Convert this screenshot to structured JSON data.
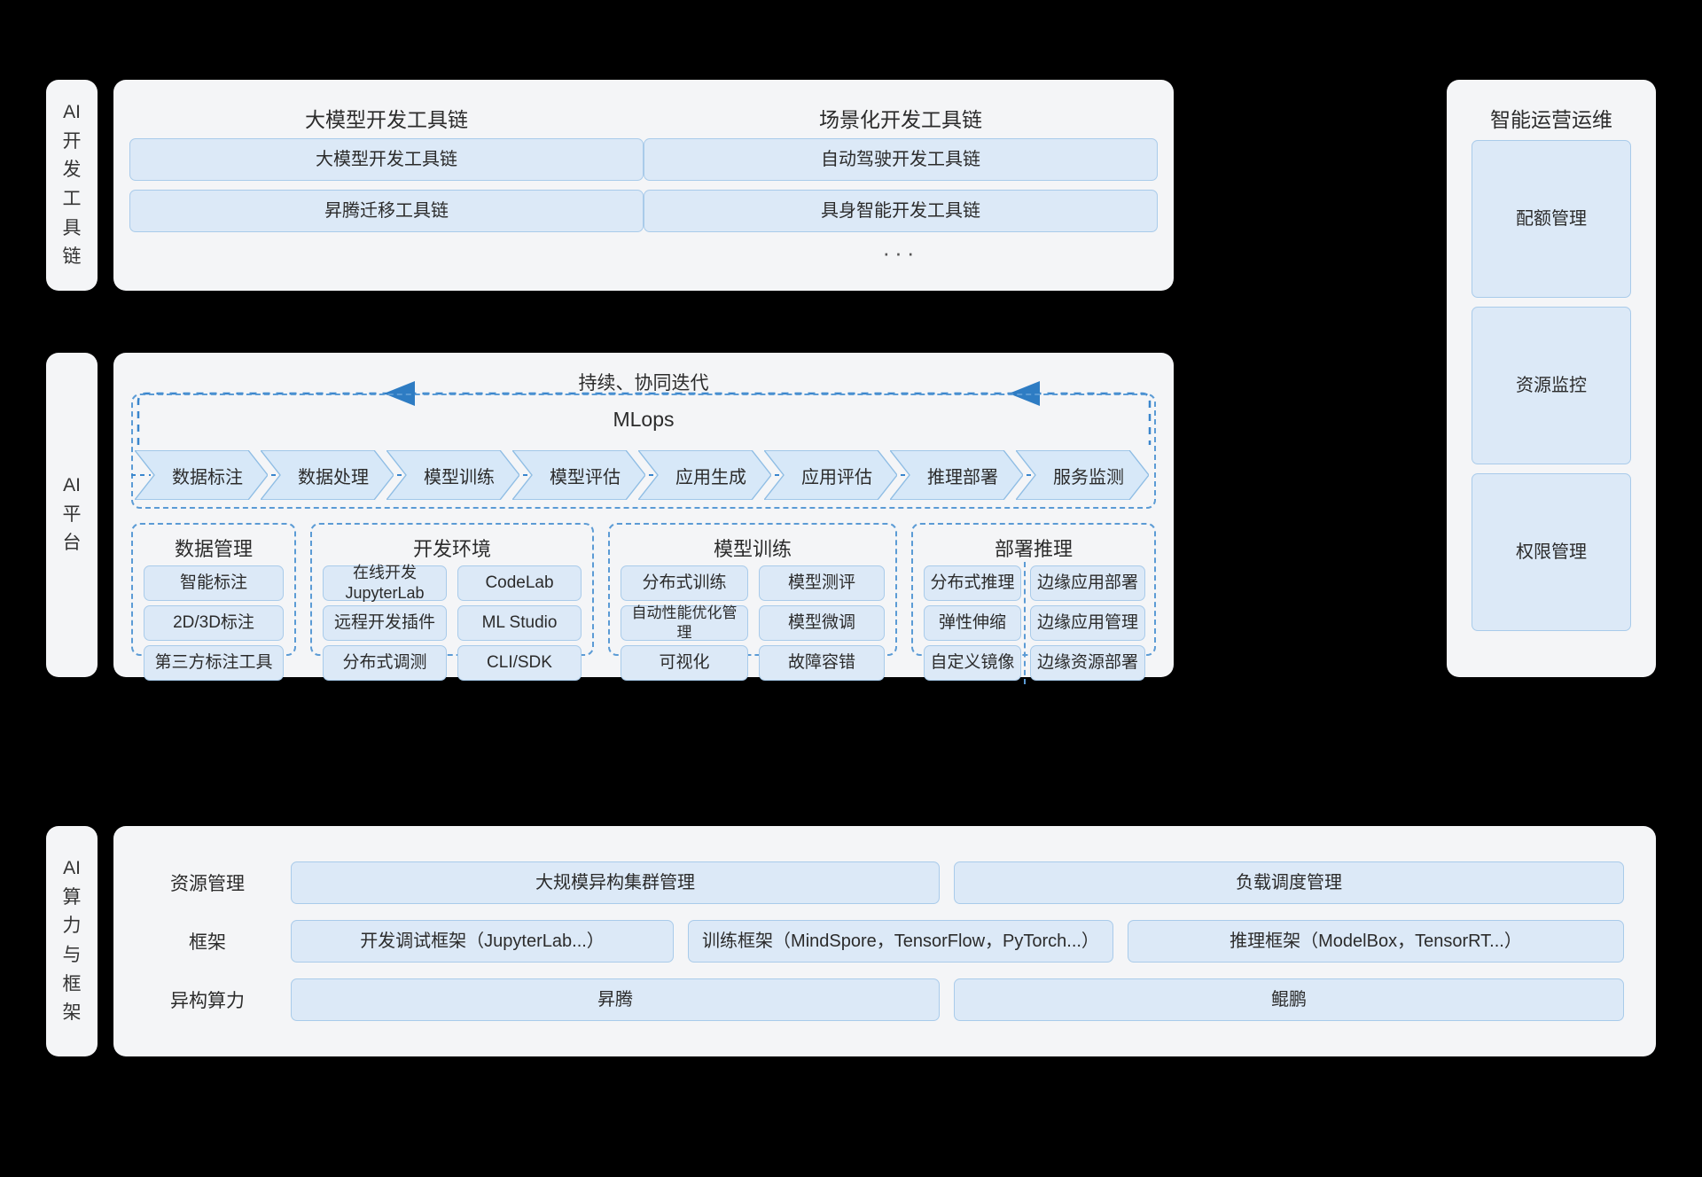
{
  "meta": {
    "bg_color": "#000000",
    "panel_color": "#f4f5f7",
    "chip_fill": "#dce9f7",
    "chip_border": "#a9cbea",
    "accent_blue": "#2e7cc3",
    "dash_blue": "#5b9bd5"
  },
  "layers": {
    "toolchain": {
      "label": "AI 开发工具链"
    },
    "platform": {
      "label": "AI 平台"
    },
    "compute": {
      "label": "AI 算力与框架"
    }
  },
  "toolchain": {
    "groups": [
      {
        "title": "大模型开发工具链",
        "items": [
          "大模型开发工具链",
          "昇腾迁移工具链"
        ]
      },
      {
        "title": "场景化开发工具链",
        "items": [
          "自动驾驶开发工具链",
          "具身智能开发工具链"
        ],
        "ellipsis": "···"
      }
    ]
  },
  "ops": {
    "title": "智能运营运维",
    "items": [
      "配额管理",
      "资源监控",
      "权限管理"
    ]
  },
  "mlops": {
    "iteration_label": "持续、协同迭代",
    "title": "MLops",
    "stages": [
      "数据标注",
      "数据处理",
      "模型训练",
      "模型评估",
      "应用生成",
      "应用评估",
      "推理部署",
      "服务监测"
    ]
  },
  "platform_groups": [
    {
      "title": "数据管理",
      "columns": [
        [
          "智能标注",
          "2D/3D标注",
          "第三方标注工具"
        ]
      ]
    },
    {
      "title": "开发环境",
      "columns": [
        [
          "在线开发\nJupyterLab",
          "远程开发插件",
          "分布式调测"
        ],
        [
          "CodeLab",
          "ML Studio",
          "CLI/SDK"
        ]
      ]
    },
    {
      "title": "模型训练",
      "columns": [
        [
          "分布式训练",
          "自动性能优化管理",
          "可视化"
        ],
        [
          "模型测评",
          "模型微调",
          "故障容错"
        ]
      ]
    },
    {
      "title": "部署推理",
      "columns": [
        [
          "分布式推理",
          "弹性伸缩",
          "自定义镜像"
        ],
        [
          "边缘应用部署",
          "边缘应用管理",
          "边缘资源部署"
        ]
      ]
    }
  ],
  "compute_rows": [
    {
      "label": "资源管理",
      "items": [
        "大规模异构集群管理",
        "负载调度管理"
      ]
    },
    {
      "label": "框架",
      "items": [
        "开发调试框架（JupyterLab...）",
        "训练框架（MindSpore，TensorFlow，PyTorch...）",
        "推理框架（ModelBox，TensorRT...）"
      ]
    },
    {
      "label": "异构算力",
      "items": [
        "昇腾",
        "鲲鹏"
      ]
    }
  ]
}
